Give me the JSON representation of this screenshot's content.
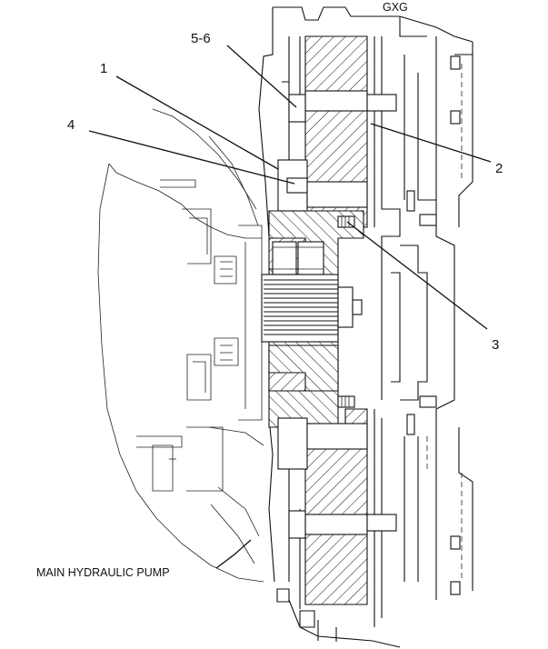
{
  "labels": {
    "l1": "1",
    "l2": "2",
    "l3": "3",
    "l4": "4",
    "l56": "5-6",
    "pump": "MAIN HYDRAULIC PUMP",
    "top_text": "GXG"
  }
}
